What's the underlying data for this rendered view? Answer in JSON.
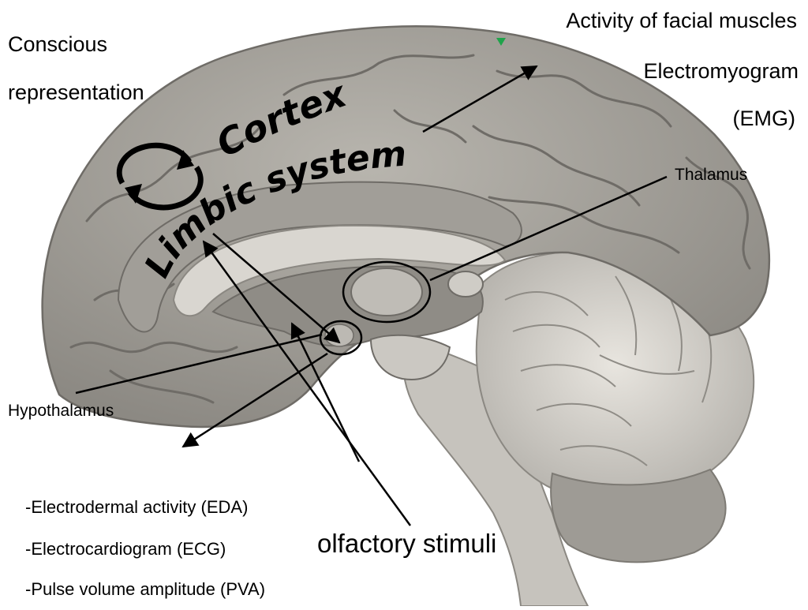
{
  "labels": {
    "conscious_line1": "Conscious",
    "conscious_line2": "representation",
    "facial_muscles": "Activity of facial muscles",
    "emg_line1": "Electromyogram",
    "emg_line2": "(EMG)",
    "thalamus": "Thalamus",
    "hypothalamus": "Hypothalamus",
    "eda": "-Electrodermal activity (EDA)",
    "ecg": "-Electrocardiogram (ECG)",
    "pva": "-Pulse volume amplitude (PVA)",
    "olfactory": "olfactory stimuli",
    "cortex": "Cortex",
    "limbic": "Limbic system"
  },
  "colors": {
    "brain_base": "#a9a6a0",
    "brain_dark": "#7f7c77",
    "brain_light": "#d9d6d0",
    "ink": "#000000",
    "marker": "#1fa34a"
  },
  "icons": {
    "cycle": "circular-arrows-icon"
  }
}
